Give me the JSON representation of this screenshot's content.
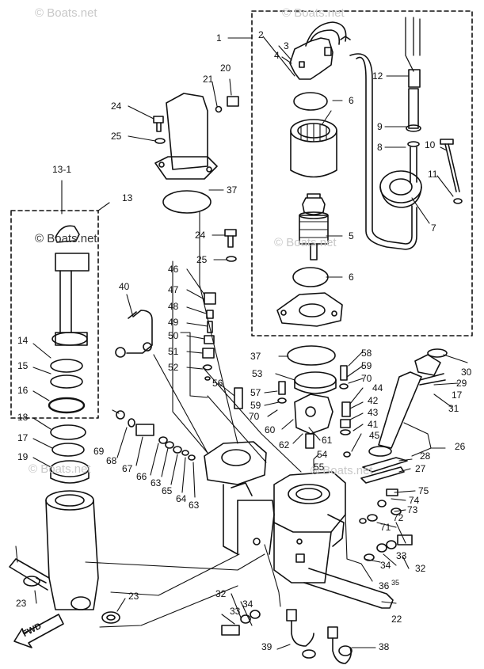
{
  "watermark": "© Boats.net",
  "fwd_label": "FWD",
  "callouts": {
    "c1": "1",
    "c2": "2",
    "c3": "3",
    "c4": "4",
    "c5": "5",
    "c6a": "6",
    "c6b": "6",
    "c7": "7",
    "c8": "8",
    "c9": "9",
    "c10": "10",
    "c11": "11",
    "c12": "12",
    "c13": "13",
    "c13_1": "13-1",
    "c14": "14",
    "c15": "15",
    "c16": "16",
    "c17a": "17",
    "c17b": "17",
    "c18": "18",
    "c19": "19",
    "c20": "20",
    "c21": "21",
    "c22": "22",
    "c23a": "23",
    "c23b": "23",
    "c24a": "24",
    "c24b": "24",
    "c25a": "25",
    "c25b": "25",
    "c26": "26",
    "c27": "27",
    "c28": "28",
    "c29": "29",
    "c30": "30",
    "c31": "31",
    "c32a": "32",
    "c32b": "32",
    "c33a": "33",
    "c33b": "33",
    "c34a": "34",
    "c34b": "34",
    "c35": "35",
    "c36": "36",
    "c37a": "37",
    "c37b": "37",
    "c38": "38",
    "c39": "39",
    "c40": "40",
    "c41": "41",
    "c42": "42",
    "c43": "43",
    "c44": "44",
    "c45": "45",
    "c46": "46",
    "c47": "47",
    "c48": "48",
    "c49": "49",
    "c50": "50",
    "c51": "51",
    "c52": "52",
    "c53": "53",
    "c54": "54",
    "c55": "55",
    "c56": "56",
    "c57": "57",
    "c58": "58",
    "c59a": "59",
    "c59b": "59",
    "c60": "60",
    "c61": "61",
    "c62": "62",
    "c63a": "63",
    "c63b": "63",
    "c64": "64",
    "c65": "65",
    "c66": "66",
    "c67": "67",
    "c68": "68",
    "c69": "69",
    "c70a": "70",
    "c70b": "70",
    "c71": "71",
    "c72": "72",
    "c73": "73",
    "c74": "74",
    "c75": "75"
  }
}
